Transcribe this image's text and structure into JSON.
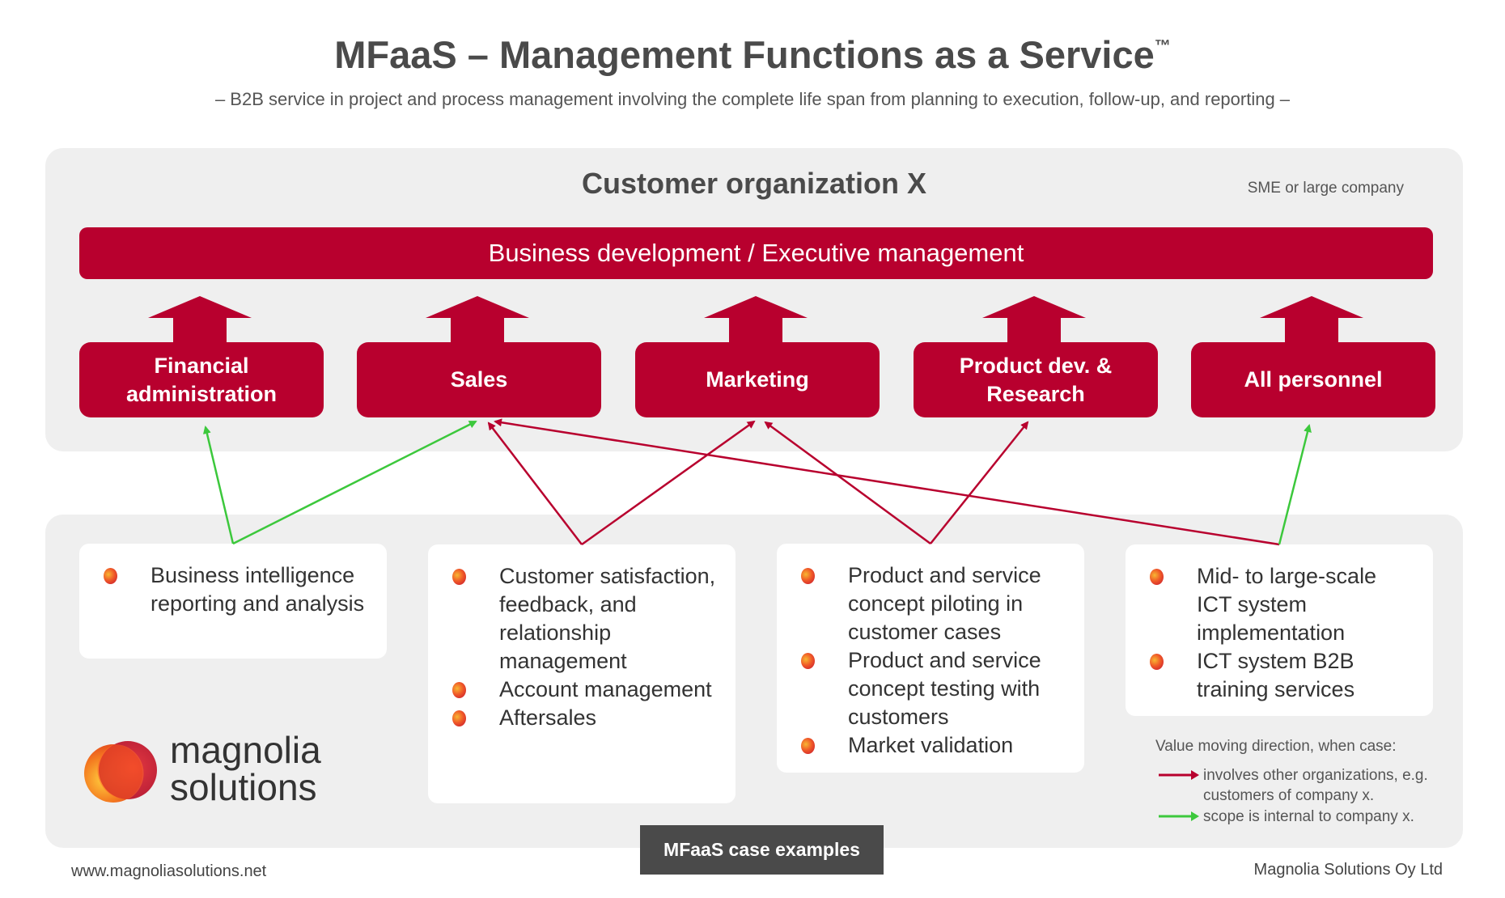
{
  "header": {
    "title": "MFaaS – Management Functions as a Service",
    "trademark": "™",
    "subtitle": "– B2B service in project and process management involving the complete life span from planning to execution, follow-up, and reporting –"
  },
  "organization": {
    "title": "Customer organization X",
    "note": "SME or large company",
    "bar_label": "Business development / Executive management",
    "functions": [
      {
        "label": "Financial administration"
      },
      {
        "label": "Sales"
      },
      {
        "label": "Marketing"
      },
      {
        "label": "Product dev. & Research"
      },
      {
        "label": "All personnel"
      }
    ]
  },
  "cases": {
    "tab_label": "MFaaS case examples",
    "groups": [
      {
        "items": [
          "Business intelligence reporting and analysis"
        ]
      },
      {
        "items": [
          "Customer satisfaction, feedback, and relationship management",
          "Account management",
          "Aftersales"
        ]
      },
      {
        "items": [
          "Product and service concept piloting in customer cases",
          "Product and service concept testing with customers",
          "Market validation"
        ]
      },
      {
        "items": [
          "Mid- to large-scale ICT system implementation",
          "ICT system B2B training services"
        ]
      }
    ]
  },
  "legend": {
    "heading": "Value moving direction, when case:",
    "red": "involves other organizations, e.g. customers of company x.",
    "green": "scope is internal to company x.",
    "red_color": "#b8002e",
    "green_color": "#3cc83c"
  },
  "brand": {
    "name_line1": "magnolia",
    "name_line2": "solutions",
    "website": "www.magnoliasolutions.net",
    "company": "Magnolia Solutions Oy Ltd",
    "accent_color": "#b8002e"
  }
}
